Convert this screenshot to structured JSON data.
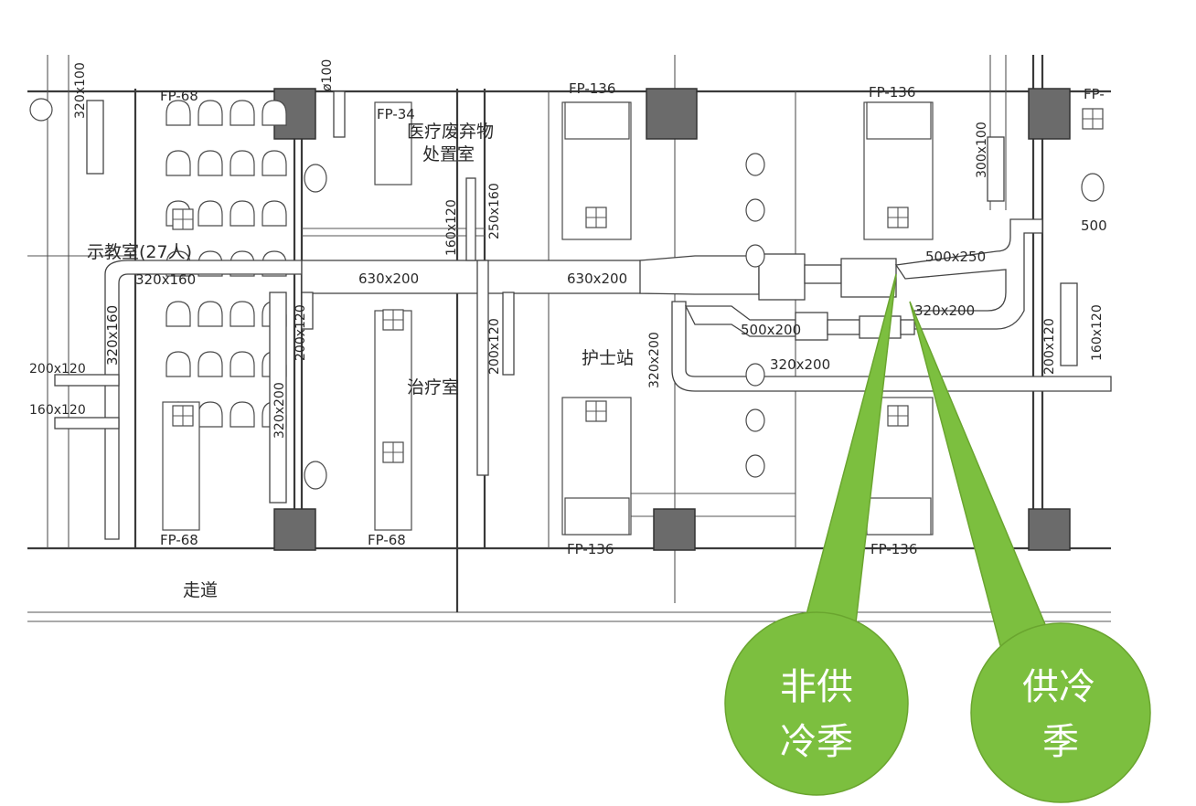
{
  "rooms": {
    "demo": "示教室(27人)",
    "waste": "医疗废弃物",
    "waste2": "处置室",
    "treatment": "治疗室",
    "nurse": "护士站",
    "corridor": "走道"
  },
  "units": {
    "fp68_top": "FP-68",
    "fp68_bottom_left": "FP-68",
    "fp68_bottom_mid": "FP-68",
    "fp34": "FP-34",
    "fp136_top_left": "FP-136",
    "fp136_top_right": "FP-136",
    "fp136_bottom_left": "FP-136",
    "fp136_bottom_right": "FP-136",
    "fp_right": "FP-"
  },
  "dimensions": {
    "d320x160_top": "320x160",
    "d320x160_v": "320x160",
    "d320x100": "320x100",
    "d100": "ø100",
    "d630x200_a": "630x200",
    "d630x200_b": "630x200",
    "d160x120_v": "160x120",
    "d250x160": "250x160",
    "d200x120_v1": "200x120",
    "d200x120_v2": "200x120",
    "d320x200_v1": "320x200",
    "d320x200_v2": "320x200",
    "d200x120_h": "200x120",
    "d160x120_h": "160x120",
    "d500x250": "500x250",
    "d500_right": "500",
    "d320x200_h1": "320x200",
    "d500x200": "500x200",
    "d320x200_h2": "320x200",
    "d300x100": "300x100",
    "d200x120_r": "200x120",
    "d160x120_r": "160x120"
  },
  "callouts": {
    "non_cooling_line1": "非供",
    "non_cooling_line2": "冷季",
    "cooling_line1": "供冷",
    "cooling_line2": "季"
  },
  "colors": {
    "callout_green": "#7cbf3f",
    "column_gray": "#6b6b6b"
  }
}
